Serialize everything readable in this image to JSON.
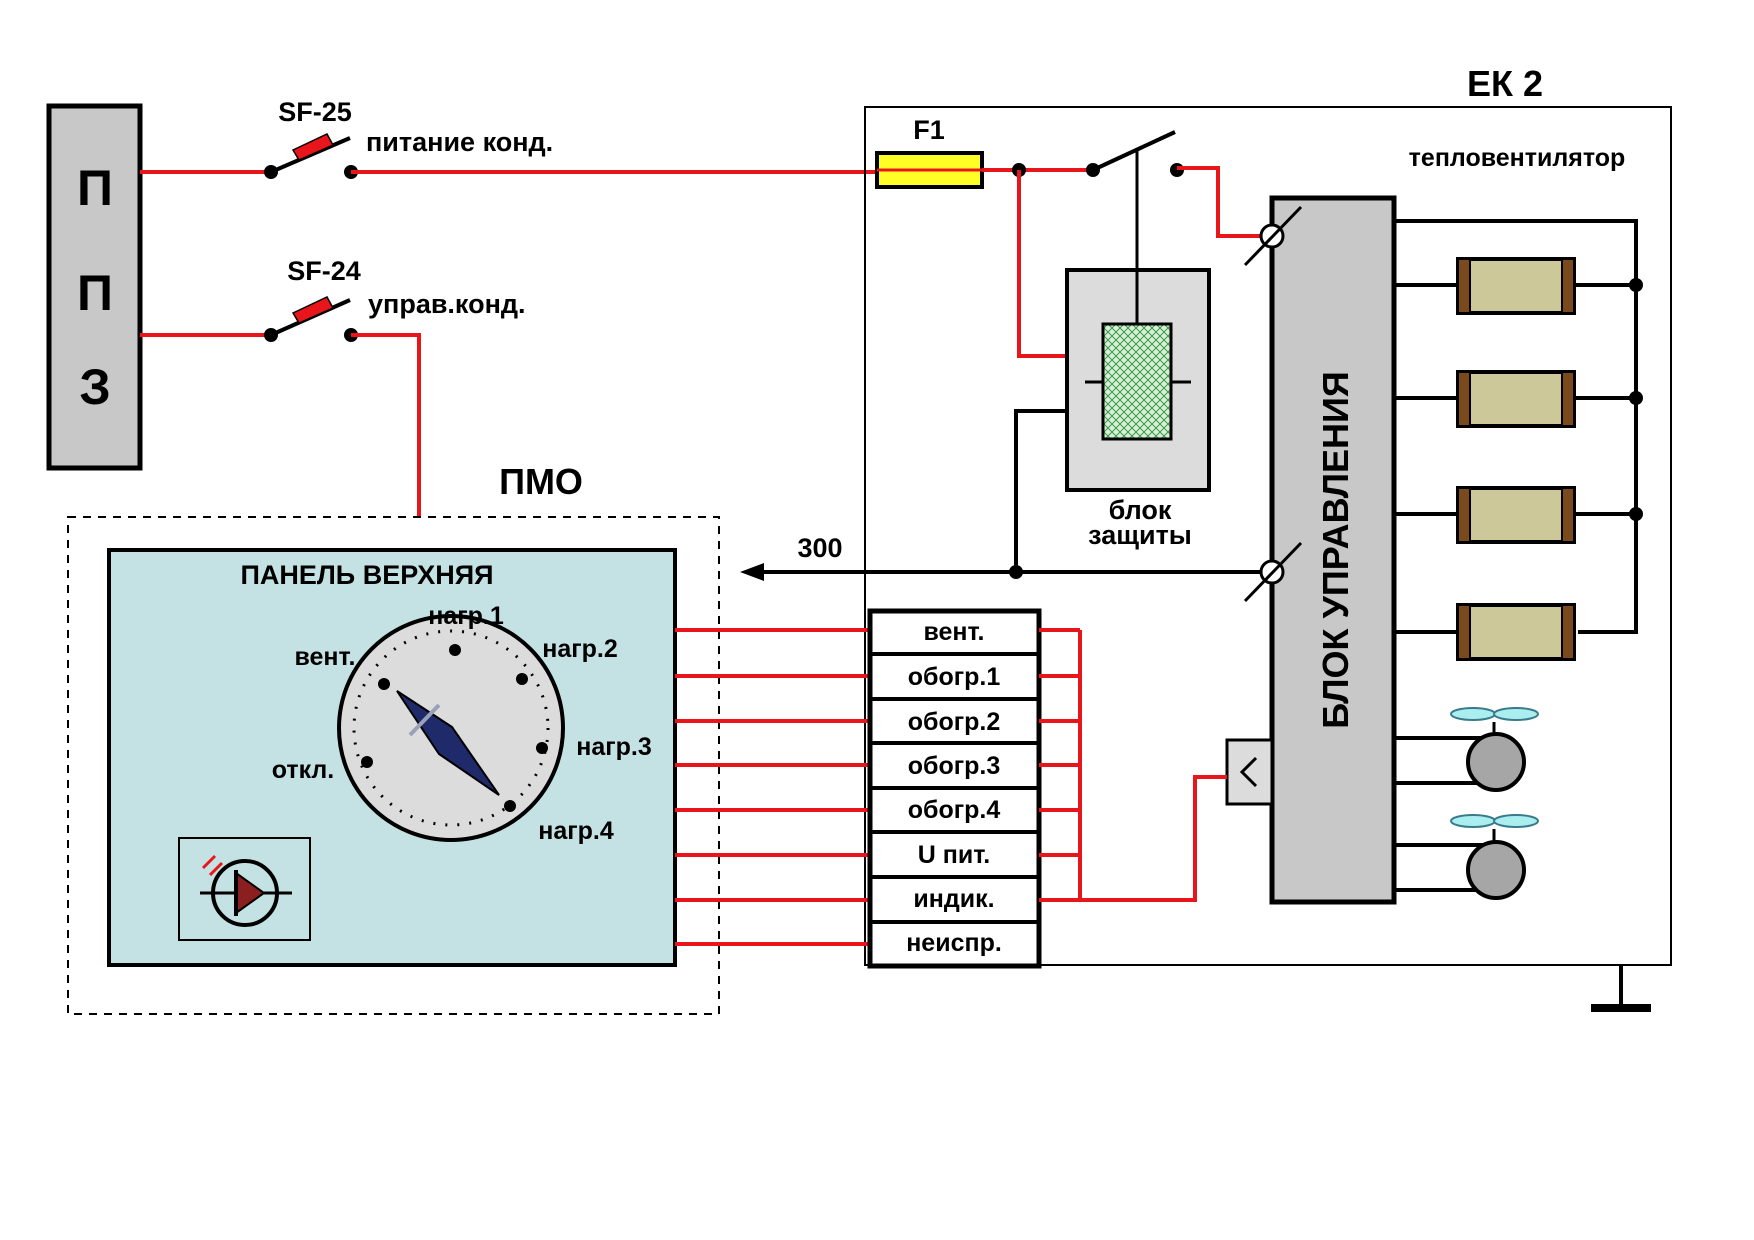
{
  "ppz": {
    "letters": [
      "П",
      "П",
      "З"
    ]
  },
  "switches": [
    {
      "name": "SF-25",
      "label": "питание конд."
    },
    {
      "name": "SF-24",
      "label": "управ.конд."
    }
  ],
  "ek2": {
    "title": "ЕК 2",
    "subtitle": "тепловентилятор"
  },
  "fuse": {
    "label": "F1"
  },
  "protection": {
    "label_line1": "блок",
    "label_line2": "защиты"
  },
  "control_unit": {
    "label": "БЛОК УПРАВЛЕНИЯ"
  },
  "pmo": {
    "title": "ПМО",
    "panel_title": "ПАНЕЛЬ ВЕРХНЯЯ"
  },
  "arrow_label": "300",
  "dial_positions": [
    "откл.",
    "вент.",
    "нагр.1",
    "нагр.2",
    "нагр.3",
    "нагр.4"
  ],
  "terminals": [
    "вент.",
    "обогр.1",
    "обогр.2",
    "обогр.3",
    "обогр.4",
    "U пит.",
    "индик.",
    "неиспр."
  ],
  "colors": {
    "wire": "#e8161b",
    "panel": "#c4e2e4",
    "ppz_box": "#c8c8c8",
    "control_unit": "#c8c8c8",
    "fuse": "#ffff26",
    "heater": "#cdc89a",
    "heater_cap": "#7a4a1c",
    "fan_blade": "#aaeef0"
  },
  "icons": {
    "indicator": "led-diode-icon",
    "ground": "ground-icon",
    "fan": "fan-icon"
  }
}
